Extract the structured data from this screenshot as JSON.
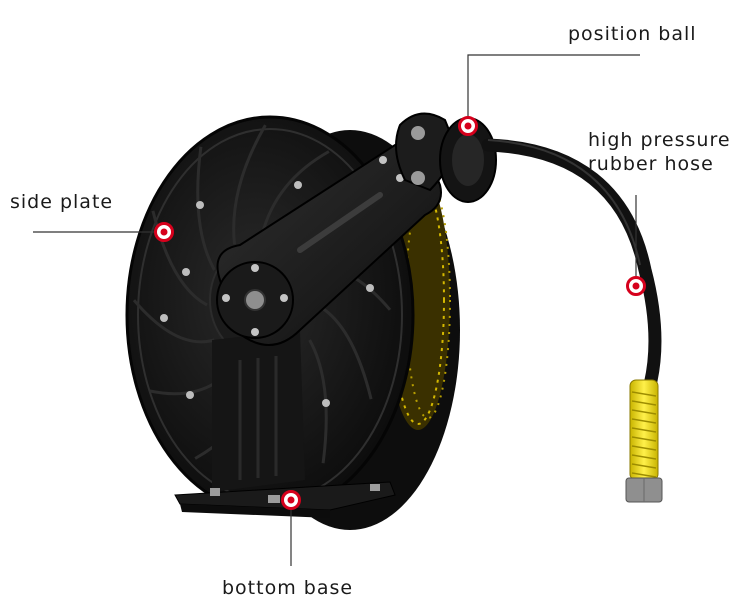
{
  "labels": {
    "position_ball": "position ball",
    "hose_line1": "high pressure",
    "hose_line2": "rubber hose",
    "side_plate": "side plate",
    "bottom_base": "bottom base"
  },
  "colors": {
    "marker": "#d6001c",
    "reel_body": "#141414",
    "hose": "#111111",
    "hose_sleeve": "#f2e000",
    "hose_fitting": "#9a9a9a",
    "leader_line": "#333333"
  }
}
